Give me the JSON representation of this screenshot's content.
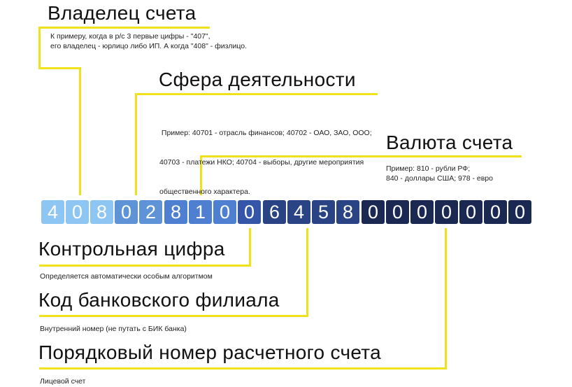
{
  "owner": {
    "title": "Владелец счета",
    "note_lines": [
      "К примеру, когда в р/с 3 первые цифры - \"407\",",
      "его владелец - юрлицо либо ИП. А когда \"408\" - физлицо."
    ]
  },
  "activity": {
    "title": "Сфера деятельности",
    "note_lines": [
      " Пример: 40701 - отрасль финансов; 40702 - ОАО, ЗАО, ООО;",
      "40703 - платежи НКО; 40704 - выборы, другие мероприятия",
      "общественного характера."
    ]
  },
  "currency": {
    "title": "Валюта счета",
    "note_lines": [
      "Пример: 810 - рубли РФ;",
      "840 - доллары США; 978 - евро"
    ]
  },
  "check": {
    "title": "Контрольная цифра",
    "note": "Определяется автоматически особым алгоритмом"
  },
  "branch": {
    "title": "Код банковского филиала",
    "note": "Внутренний номер (не путать с БИК банка)"
  },
  "serial": {
    "title": "Порядковый номер расчетного счета",
    "note": "Лицевой счет"
  },
  "digits": [
    {
      "value": "4",
      "color": "#8ec6f3"
    },
    {
      "value": "0",
      "color": "#8ec6f3"
    },
    {
      "value": "8",
      "color": "#8ec6f3"
    },
    {
      "value": "0",
      "color": "#5e93d8"
    },
    {
      "value": "2",
      "color": "#5e93d8"
    },
    {
      "value": "8",
      "color": "#4f7fd0"
    },
    {
      "value": "1",
      "color": "#4f7fd0"
    },
    {
      "value": "0",
      "color": "#4f7fd0"
    },
    {
      "value": "0",
      "color": "#3556a8"
    },
    {
      "value": "6",
      "color": "#2a4384"
    },
    {
      "value": "4",
      "color": "#2a4384"
    },
    {
      "value": "5",
      "color": "#2a4384"
    },
    {
      "value": "8",
      "color": "#2a4384"
    },
    {
      "value": "0",
      "color": "#1b2952"
    },
    {
      "value": "0",
      "color": "#1b2952"
    },
    {
      "value": "0",
      "color": "#1b2952"
    },
    {
      "value": "0",
      "color": "#1b2952"
    },
    {
      "value": "0",
      "color": "#1b2952"
    },
    {
      "value": "0",
      "color": "#1b2952"
    },
    {
      "value": "0",
      "color": "#1b2952"
    }
  ],
  "accent_color": "#f0e21a"
}
